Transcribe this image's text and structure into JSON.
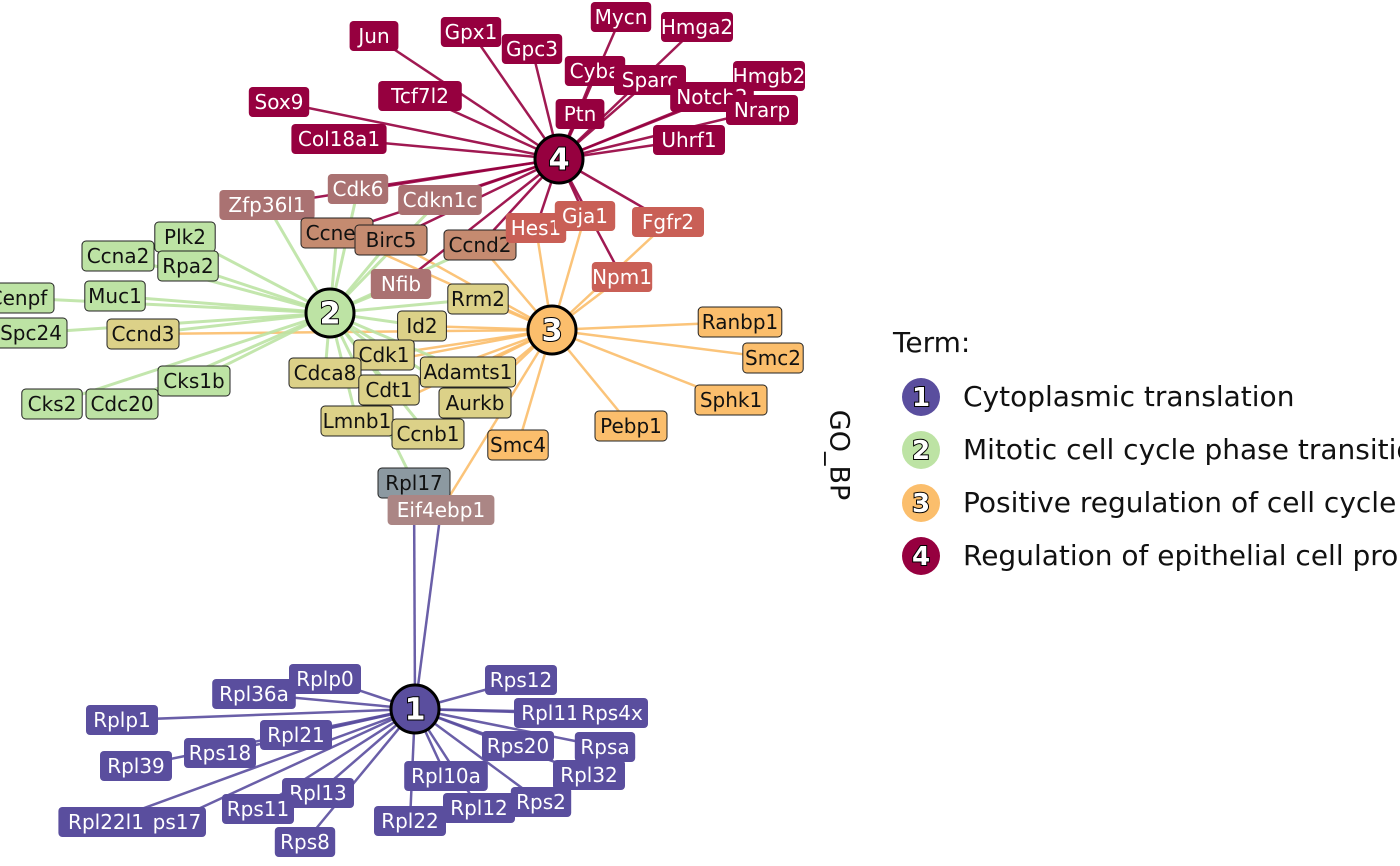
{
  "legend": {
    "title": "Term:",
    "items": [
      {
        "id": 1,
        "label": "Cytoplasmic translation",
        "color": "#5a4e9e"
      },
      {
        "id": 2,
        "label": "Mitotic cell cycle phase transition",
        "color": "#bde3a4"
      },
      {
        "id": 3,
        "label": "Positive regulation of cell cycle",
        "color": "#fbbe6c"
      },
      {
        "id": 4,
        "label": "Regulation of epithelial cell proliferation",
        "color": "#96003f"
      }
    ]
  },
  "facet_label": "GO_BP",
  "terms": [
    {
      "id": 1,
      "label": "1"
    },
    {
      "id": 2,
      "label": "2"
    },
    {
      "id": 3,
      "label": "3"
    },
    {
      "id": 4,
      "label": "4"
    }
  ],
  "genes": [
    {
      "label": "Jun",
      "terms": [
        4
      ]
    },
    {
      "label": "Gpx1",
      "terms": [
        4
      ]
    },
    {
      "label": "Mycn",
      "terms": [
        4
      ]
    },
    {
      "label": "Hmga2",
      "terms": [
        4
      ]
    },
    {
      "label": "Gpc3",
      "terms": [
        4
      ]
    },
    {
      "label": "Tcf7l2",
      "terms": [
        4
      ]
    },
    {
      "label": "Cyba",
      "terms": [
        4
      ]
    },
    {
      "label": "Sparc",
      "terms": [
        4
      ]
    },
    {
      "label": "Hmgb2",
      "terms": [
        4
      ]
    },
    {
      "label": "Sox9",
      "terms": [
        4
      ]
    },
    {
      "label": "Notch2",
      "terms": [
        4
      ]
    },
    {
      "label": "Nrarp",
      "terms": [
        4
      ]
    },
    {
      "label": "Ptn",
      "terms": [
        4
      ]
    },
    {
      "label": "Col18a1",
      "terms": [
        4
      ]
    },
    {
      "label": "Uhrf1",
      "terms": [
        4
      ]
    },
    {
      "label": "Cdk6",
      "terms": [
        2,
        4
      ]
    },
    {
      "label": "Zfp36l1",
      "terms": [
        2,
        4
      ]
    },
    {
      "label": "Cdkn1c",
      "terms": [
        2,
        4
      ]
    },
    {
      "label": "Ccne1",
      "terms": [
        2,
        3,
        4
      ]
    },
    {
      "label": "Birc5",
      "terms": [
        2,
        3,
        4
      ]
    },
    {
      "label": "Ccnd2",
      "terms": [
        2,
        3,
        4
      ]
    },
    {
      "label": "Hes1",
      "terms": [
        3,
        4
      ]
    },
    {
      "label": "Gja1",
      "terms": [
        3,
        4
      ]
    },
    {
      "label": "Fgfr2",
      "terms": [
        3,
        4
      ]
    },
    {
      "label": "Npm1",
      "terms": [
        3,
        4
      ]
    },
    {
      "label": "Nfib",
      "terms": [
        2,
        4
      ]
    },
    {
      "label": "Plk2",
      "terms": [
        2
      ]
    },
    {
      "label": "Ccna2",
      "terms": [
        2
      ]
    },
    {
      "label": "Rpa2",
      "terms": [
        2
      ]
    },
    {
      "label": "Cenpf",
      "terms": [
        2
      ]
    },
    {
      "label": "Muc1",
      "terms": [
        2
      ]
    },
    {
      "label": "Spc24",
      "terms": [
        2
      ]
    },
    {
      "label": "Ccnd3",
      "terms": [
        2,
        3
      ]
    },
    {
      "label": "Cks1b",
      "terms": [
        2
      ]
    },
    {
      "label": "Cks2",
      "terms": [
        2
      ]
    },
    {
      "label": "Cdc20",
      "terms": [
        2
      ]
    },
    {
      "label": "Rrm2",
      "terms": [
        2,
        3
      ]
    },
    {
      "label": "Id2",
      "terms": [
        2,
        3
      ]
    },
    {
      "label": "Cdk1",
      "terms": [
        2,
        3
      ]
    },
    {
      "label": "Cdca8",
      "terms": [
        2,
        3
      ]
    },
    {
      "label": "Adamts1",
      "terms": [
        2,
        3
      ]
    },
    {
      "label": "Cdt1",
      "terms": [
        2,
        3
      ]
    },
    {
      "label": "Aurkb",
      "terms": [
        2,
        3
      ]
    },
    {
      "label": "Lmnb1",
      "terms": [
        2,
        3
      ]
    },
    {
      "label": "Ccnb1",
      "terms": [
        2,
        3
      ]
    },
    {
      "label": "Ranbp1",
      "terms": [
        3
      ]
    },
    {
      "label": "Smc2",
      "terms": [
        3
      ]
    },
    {
      "label": "Sphk1",
      "terms": [
        3
      ]
    },
    {
      "label": "Pebp1",
      "terms": [
        3
      ]
    },
    {
      "label": "Smc4",
      "terms": [
        3
      ]
    },
    {
      "label": "Rpl17",
      "terms": [
        1,
        2
      ]
    },
    {
      "label": "Eif4ebp1",
      "terms": [
        1,
        3
      ]
    },
    {
      "label": "Rplp0",
      "terms": [
        1
      ]
    },
    {
      "label": "Rpl36a",
      "terms": [
        1
      ]
    },
    {
      "label": "Rps12",
      "terms": [
        1
      ]
    },
    {
      "label": "Rplp1",
      "terms": [
        1
      ]
    },
    {
      "label": "Rpl21",
      "terms": [
        1
      ]
    },
    {
      "label": "Rpl11",
      "terms": [
        1
      ]
    },
    {
      "label": "Rps4x",
      "terms": [
        1
      ]
    },
    {
      "label": "Rps20",
      "terms": [
        1
      ]
    },
    {
      "label": "Rpsa",
      "terms": [
        1
      ]
    },
    {
      "label": "Rps18",
      "terms": [
        1
      ]
    },
    {
      "label": "Rpl39",
      "terms": [
        1
      ]
    },
    {
      "label": "Rpl10a",
      "terms": [
        1
      ]
    },
    {
      "label": "Rpl32",
      "terms": [
        1
      ]
    },
    {
      "label": "Rpl13",
      "terms": [
        1
      ]
    },
    {
      "label": "Rps2",
      "terms": [
        1
      ]
    },
    {
      "label": "Rps11",
      "terms": [
        1
      ]
    },
    {
      "label": "Rpl12",
      "terms": [
        1
      ]
    },
    {
      "label": "Rps17",
      "terms": [
        1
      ]
    },
    {
      "label": "Rpl22l1",
      "terms": [
        1
      ]
    },
    {
      "label": "Rpl22",
      "terms": [
        1
      ]
    },
    {
      "label": "Rps8",
      "terms": [
        1
      ]
    }
  ]
}
